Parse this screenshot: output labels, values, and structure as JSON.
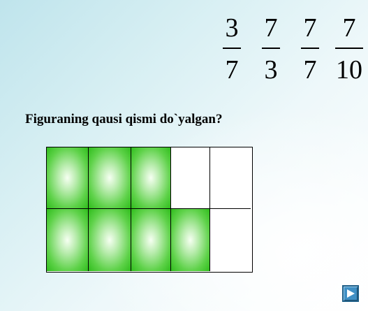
{
  "fractions": [
    {
      "numerator": "3",
      "denominator": "7"
    },
    {
      "numerator": "7",
      "denominator": "3"
    },
    {
      "numerator": "7",
      "denominator": "7"
    },
    {
      "numerator": "7",
      "denominator": "10"
    }
  ],
  "question": "Figuraning qausi qismi do`yalgan?",
  "figure": {
    "rows": 2,
    "columns": 5,
    "filled_cells": 7,
    "total_cells": 10,
    "fill_color": "#3cc42a"
  },
  "navigation": {
    "next_icon": "play-triangle-icon",
    "button_color": "#3f8fc4"
  }
}
